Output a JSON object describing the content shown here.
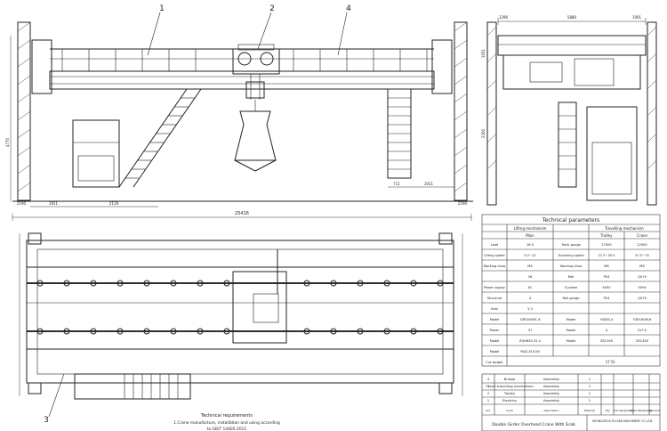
{
  "callouts": [
    "1",
    "2",
    "4",
    "3"
  ],
  "elevation_dims": {
    "overall": "25416",
    "left_end": "2190",
    "left_a": "1911",
    "left_b": "2119",
    "right_a": "711",
    "right_b": "1011",
    "right_end": "2190",
    "height": "4770"
  },
  "side_dims": {
    "top": "5880",
    "left": "1296",
    "right": "1001",
    "h1": "1051",
    "h2": "2300"
  },
  "tech_params": {
    "title": "Technical parameters",
    "header_left": "Lifting mechanism",
    "header_right": "Travelling mechanism",
    "sub_main": "Main",
    "sub_trolley": "Trolley",
    "sub_crane": "Crane",
    "rows": [
      [
        "Load",
        "16.5",
        "Track gauge",
        "27000",
        "22500"
      ],
      [
        "Lifting speed",
        "9.2~12",
        "Travelling speed",
        "27.5~35.5",
        "57.5~75"
      ],
      [
        "Working class",
        "M6",
        "Working class",
        "M6",
        "M6"
      ],
      [
        "",
        "26",
        "Rail",
        "P43",
        "QU70"
      ],
      [
        "Power supply",
        "AC",
        "3 phase",
        "400V",
        "50Hz"
      ],
      [
        "Structure",
        "4",
        "Rail gauge",
        "P24",
        "QU70"
      ],
      [
        "Gear",
        "5.3",
        "",
        "",
        ""
      ],
      [
        "Model",
        "YZR250M1-6",
        "Model",
        "YSE80-4",
        "YZR160M-6"
      ],
      [
        "Power",
        "37",
        "Power",
        "4",
        "2x7.5"
      ],
      [
        "Model",
        "ZQH650-31.5",
        "Model",
        "ZSC350",
        "ZSC400"
      ],
      [
        "Model",
        "YWZ-315/45",
        "",
        "",
        ""
      ],
      [
        "Cut weight",
        "",
        "",
        "",
        ""
      ]
    ],
    "footer_value": "17.5t"
  },
  "parts_list": {
    "rows": [
      [
        "4",
        "Bridge",
        "Assembly",
        "1"
      ],
      [
        "3",
        "Crane travelling mechanism",
        "Assembly",
        "1"
      ],
      [
        "2",
        "Trolley",
        "Assembly",
        "1"
      ],
      [
        "1",
        "Electrics",
        "Assembly",
        "1"
      ]
    ],
    "headers": [
      "Ser.",
      "Code",
      "Description",
      "Material",
      "Qty",
      "Unit Weight(kg)",
      "Total Weight(kg)",
      "Remarks"
    ]
  },
  "title_block": {
    "title": "Double Girder Overhead Crane With Grab",
    "company": "ZHONGZHOU ELLSEN MACHINERY CO.,LTD."
  },
  "notes": {
    "heading": "Technical requirements",
    "line1": "1.Crane manufacture, installation and using according",
    "line2": "to GB/T 14405-2011"
  }
}
